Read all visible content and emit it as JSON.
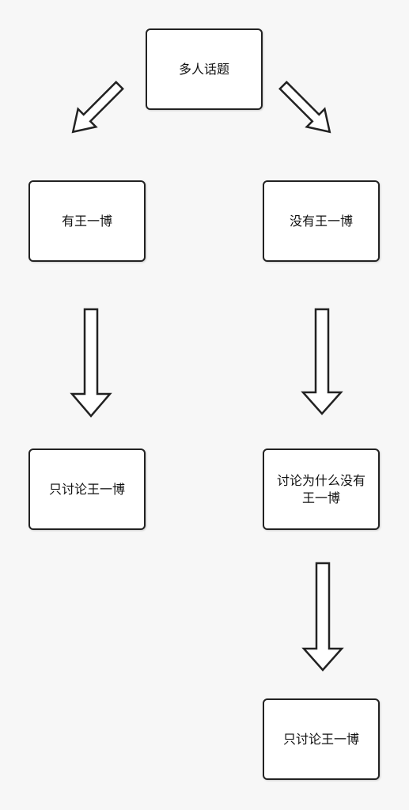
{
  "nodes": {
    "root": "多人话题",
    "has": "有王一博",
    "has_not": "没有王一博",
    "only_discuss_left": "只讨论王一博",
    "discuss_why": "讨论为什么没有王一博",
    "only_discuss_right": "只讨论王一博"
  },
  "colors": {
    "background": "#f7f7f7",
    "box_fill": "#ffffff",
    "stroke": "#222222"
  }
}
